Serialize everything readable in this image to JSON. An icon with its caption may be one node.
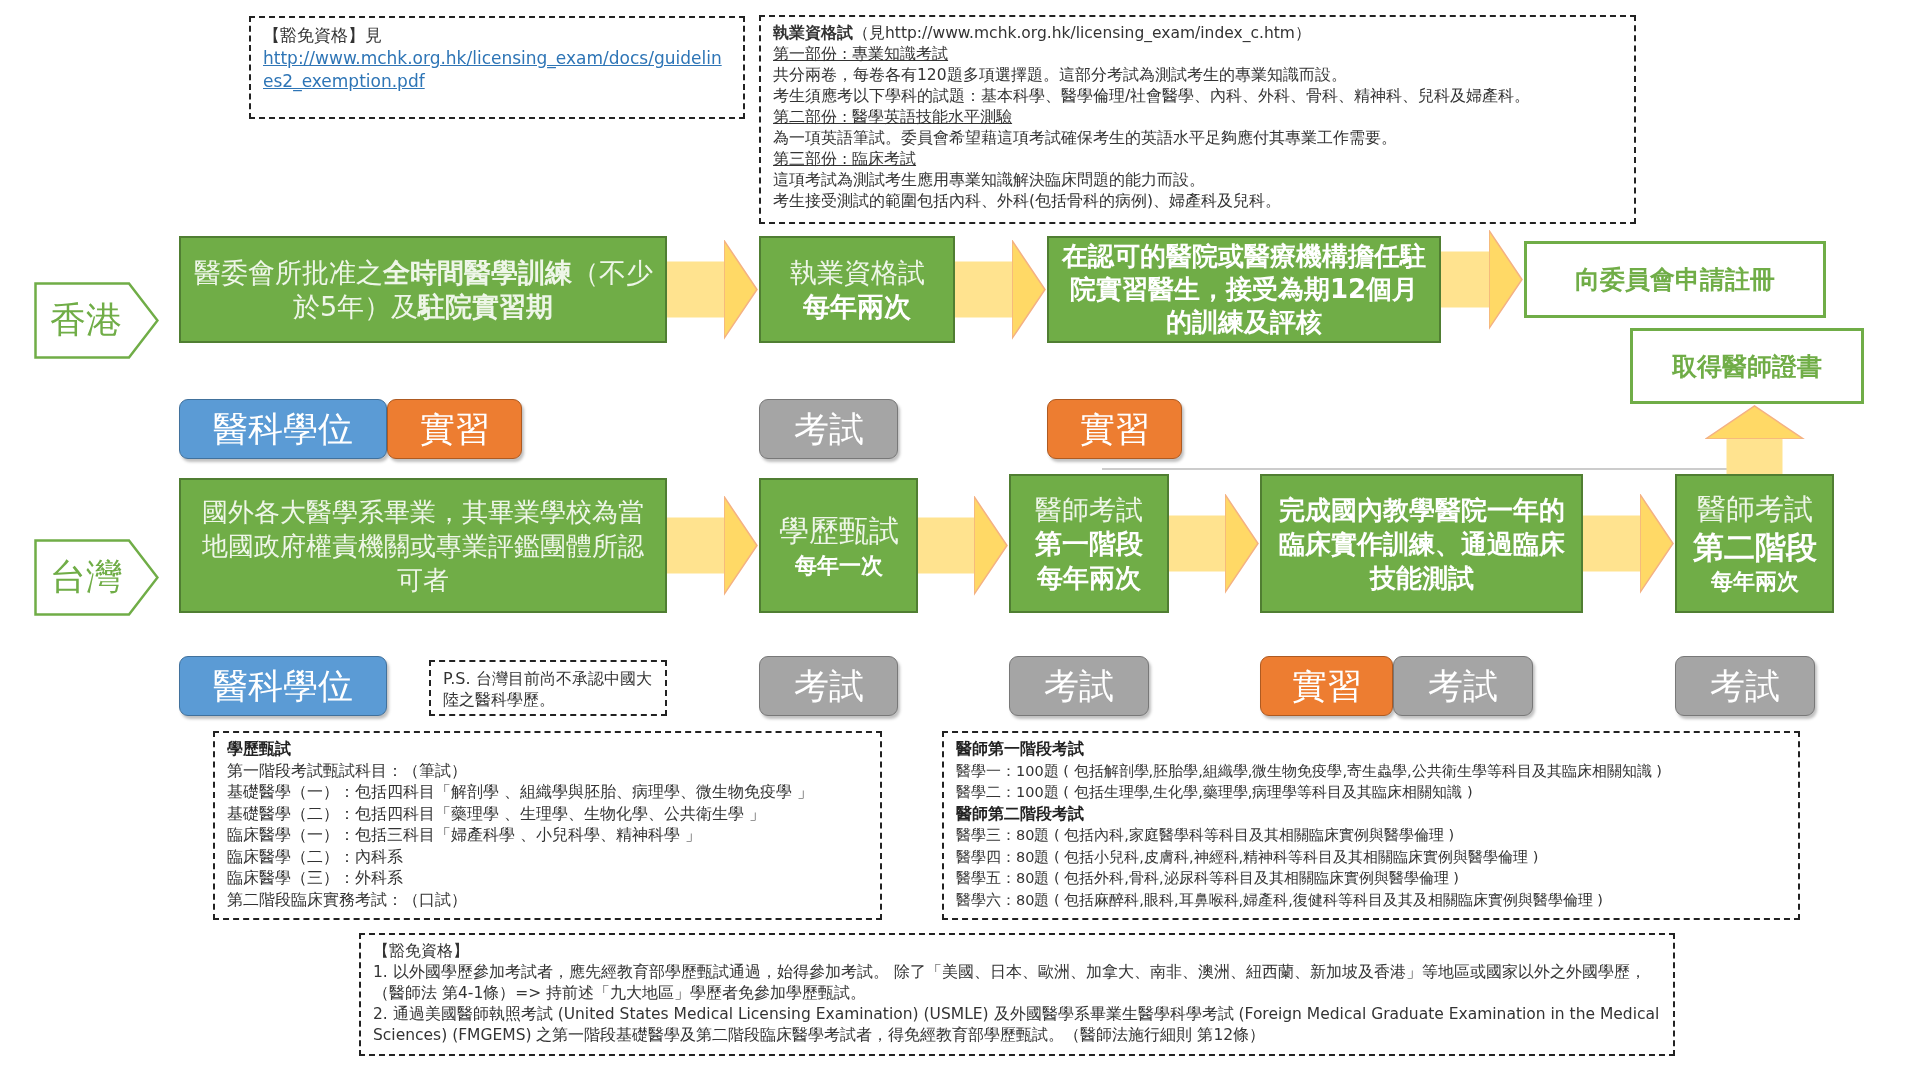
{
  "diagram": {
    "nodes": [
      {
        "text": [
          "【豁免資格】見",
          "http://www.mchk.org.hk/licensing_exam/docs/guidelines2_exemption.pdf"
        ]
      },
      {
        "text": [
          "**執業資格試**（見http://www.mchk.org.hk/licensing_exam/index_c.htm）",
          "第一部份 : 專業知識考試",
          "共分兩卷，每卷各有120題多項選擇題。這部分考試為測試考生的專業知識而設。",
          "考生須應考以下學科的試題：基本科學、醫學倫理/社會醫學、內科、外科、骨科、精神科、兒科及婦產科。",
          "第二部份 : 醫學英語技能水平測驗",
          "為一項英語筆試。委員會希望藉這項考試確保考生的英語水平足夠應付其專業工作需要。",
          "第三部份 : 臨床考試",
          "這項考試為測試考生應用專業知識解決臨床問題的能力而設。",
          "考生接受測試的範圍包括內科、外科(包括骨科的病例)、婦產科及兒科。"
        ]
      },
      {
        "text": [
          "香港"
        ]
      },
      {
        "text": [
          "醫委會所批准之**全時間醫學訓練**（不少於5年）及**駐院實習期**"
        ]
      },
      {
        "text": [
          "執業資格試",
          "每年兩次"
        ]
      },
      {
        "text": [
          "在認可的醫院或醫療機構擔任駐院實習醫生，接受為期12個月的訓練及評核"
        ]
      },
      {
        "text": [
          "向委員會申請註冊"
        ]
      },
      {
        "text": [
          "取得醫師證書"
        ]
      },
      {
        "text": [
          "醫科學位"
        ]
      },
      {
        "text": [
          "實習"
        ]
      },
      {
        "text": [
          "考試"
        ]
      },
      {
        "text": [
          "實習"
        ]
      },
      {
        "text": [
          "台灣"
        ]
      },
      {
        "text": [
          "國外各大醫學系畢業，其畢業學校為當地國政府權責機關或專業評鑑團體所認可者"
        ]
      },
      {
        "text": [
          "學歷甄試",
          "每年一次"
        ]
      },
      {
        "text": [
          "醫師考試",
          "第一階段",
          "每年兩次"
        ]
      },
      {
        "text": [
          "完成國內教學醫院一年的臨床實作訓練、通過臨床技能測試"
        ]
      },
      {
        "text": [
          "醫師考試",
          "第二階段",
          "每年兩次"
        ]
      },
      {
        "text": [
          "醫科學位"
        ]
      },
      {
        "text": [
          "P.S. 台灣目前尚不承認中國大陸之醫科學歷。"
        ]
      },
      {
        "text": [
          "考試"
        ]
      },
      {
        "text": [
          "考試"
        ]
      },
      {
        "text": [
          "實習"
        ]
      },
      {
        "text": [
          "考試"
        ]
      },
      {
        "text": [
          "考試"
        ]
      },
      {
        "text": [
          "學歷甄試",
          "第一階段考試甄試科目：（筆試）",
          "基礎醫學（一）：包括四科目「解剖學 、組織學與胚胎、病理學、微生物免疫學 」",
          "基礎醫學（二）：包括四科目「藥理學 、生理學、生物化學、公共衛生學 」",
          "臨床醫學（一）：包括三科目「婦產科學 、小兒科學、精神科學 」",
          "臨床醫學（二）：內科系",
          "臨床醫學（三）：外科系",
          "第二階段臨床實務考試：（口試）"
        ]
      },
      {
        "text": [
          "醫師第一階段考試",
          "醫學一：100題 ( 包括解剖學,胚胎學,組織學,微生物免疫學,寄生蟲學,公共衛生學等科目及其臨床相關知識 )",
          "醫學二：100題 ( 包括生理學,生化學,藥理學,病理學等科目及其臨床相關知識 )",
          "醫師第二階段考試",
          "醫學三：80題 ( 包括內科,家庭醫學科等科目及其相關臨床實例與醫學倫理 )",
          "醫學四：80題 ( 包括小兒科,皮膚科,神經科,精神科等科目及其相關臨床實例與醫學倫理 )",
          "醫學五：80題 ( 包括外科,骨科,泌尿科等科目及其相關臨床實例與醫學倫理 )",
          "醫學六：80題 ( 包括麻醉科,眼科,耳鼻喉科,婦產科,復健科等科目及其及相關臨床實例與醫學倫理 )"
        ]
      },
      {
        "text": [
          "【豁免資格】",
          "1. 以外國學歷參加考試者，應先經教育部學歷甄試通過，始得參加考試。 除了「美國、日本、歐洲、加拿大、南非、澳洲、紐西蘭、新加坡及香港」等地區或國家以外之外國學歷，（醫師法 第4-1條）=> 持前述「九大地區」學歷者免參加學歷甄試。",
          "2. 通過美國醫師執照考試 (United States Medical Licensing Examination) (USMLE) 及外國醫學系畢業生醫學科學考試 (Foreign Medical Graduate Examination in the Medical Sciences) (FMGEMS) 之第一階段基礎醫學及第二階段臨床醫學考試者，得免經教育部學歷甄試。（醫師法施行細則 第12條）"
        ]
      }
    ],
    "edges": [
      {
        "from": 3,
        "to": 4,
        "arrow": "to"
      },
      {
        "from": 4,
        "to": 5,
        "arrow": "to"
      },
      {
        "from": 5,
        "to": 6,
        "arrow": "to"
      },
      {
        "from": 13,
        "to": 14,
        "arrow": "to"
      },
      {
        "from": 14,
        "to": 15,
        "arrow": "to"
      },
      {
        "from": 15,
        "to": 16,
        "arrow": "to"
      },
      {
        "from": 16,
        "to": 17,
        "arrow": "to"
      },
      {
        "from": 17,
        "to": 7,
        "arrow": "to"
      }
    ]
  }
}
